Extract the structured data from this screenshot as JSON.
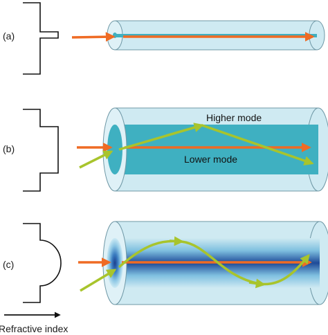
{
  "panels": [
    {
      "label": "(a)"
    },
    {
      "label": "(b)",
      "upper_label": "Higher mode",
      "lower_label": "Lower mode"
    },
    {
      "label": "(c)"
    }
  ],
  "axis_label": "Refractive index",
  "colors": {
    "cladding": "#cfeaf2",
    "cladding_stroke": "#6f98a6",
    "core": "#3fb0c1",
    "graded_core_center": "#1b3f8e",
    "graded_core_edge": "#bfe3f1",
    "orange_ray": "#ef6b24",
    "green_ray": "#a8c42c",
    "profile_line": "#111111"
  }
}
